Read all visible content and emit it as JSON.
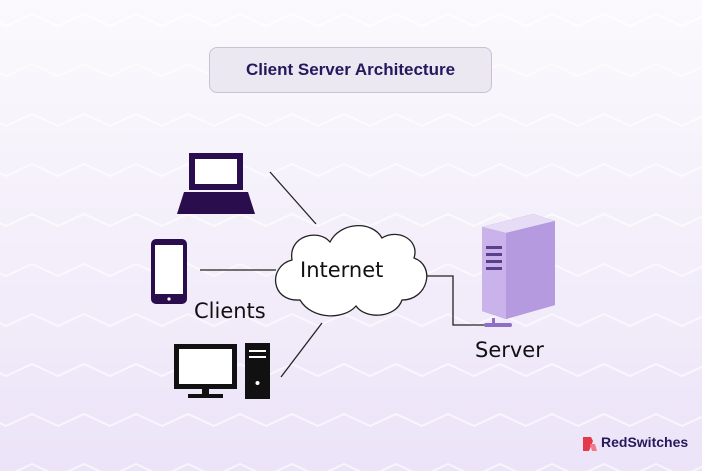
{
  "diagram": {
    "title": "Client Server Architecture",
    "nodes": {
      "internet": "Internet",
      "clients": "Clients",
      "server": "Server"
    },
    "client_devices": [
      "laptop-icon",
      "smartphone-icon",
      "desktop-computer-icon"
    ],
    "server_device": "server-tower-icon"
  },
  "brand": {
    "name": "RedSwitches",
    "logo": "redswitches-logo-icon"
  },
  "colors": {
    "title_text": "#231a5e",
    "title_bg": "#ece8f1",
    "device": "#2a0d4c",
    "server_body": "#c9b3ea",
    "server_dark": "#8f6fc6",
    "logo": "#e5394b",
    "background": "#f3eefa"
  }
}
